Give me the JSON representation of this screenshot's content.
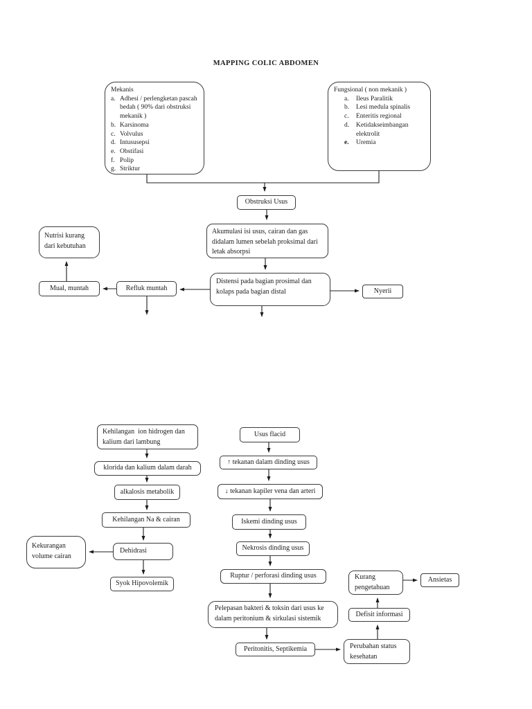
{
  "page": {
    "title": "MAPPING COLIC ABDOMEN",
    "background_color": "#ffffff",
    "line_color": "#1c1c1c"
  },
  "top_boxes": {
    "mekanis": {
      "title": "Mekanis",
      "items": [
        {
          "m": "a.",
          "t": "Adhesi / perlengketan pascah bedah ( 90% dari obstruksi mekanik )"
        },
        {
          "m": "b.",
          "t": "Karsinoma"
        },
        {
          "m": "c.",
          "t": "Volvulus"
        },
        {
          "m": "d.",
          "t": "Intususepsi"
        },
        {
          "m": "e.",
          "t": "Obstifasi"
        },
        {
          "m": "f.",
          "t": "Polip"
        },
        {
          "m": "g.",
          "t": "Striktur"
        }
      ]
    },
    "fungsional": {
      "title": "Fungsional ( non mekanik )",
      "items": [
        {
          "m": "a.",
          "t": "Ileus Paralitik"
        },
        {
          "m": "b.",
          "t": "Lesi medula spinalis"
        },
        {
          "m": "c.",
          "t": "Enteritis regional"
        },
        {
          "m": "d.",
          "t": "Ketidakseimbangan elektrolit"
        },
        {
          "m": "e.",
          "t": "Uremia"
        }
      ]
    }
  },
  "nodes": {
    "obstruksi_usus": "Obstruksi Usus",
    "akumulasi": "Akumulasi isi usus, cairan dan gas didalam lumen sebelah proksimal dari letak absorpsi",
    "nutrisi_kurang": "Nutrisi kurang dari kebutuhan",
    "mual_muntah": "Mual, muntah",
    "refluk_muntah": "Refluk muntah",
    "distensi": "Distensi pada bagian prosimal dan kolaps pada bagian distal",
    "nyeri": "Nyerii",
    "kehilangan_ion": "Kehilangan  ion hidrogen dan kalium dari lambung",
    "klorida": "klorida dan kalium dalam darah",
    "alkalosis": "alkalosis metabolik",
    "kehilangan_na": "Kehilangan Na & cairan",
    "kekurangan_volume": "Kekurangan volume cairan",
    "dehidrasi": "Dehidrasi",
    "syok": "Syok Hipovolemik",
    "usus_flacid": "Usus flacid",
    "tekanan_naik": "↑ tekanan dalam dinding usus",
    "tekanan_turun": "↓ tekanan kapiler vena dan arteri",
    "iskemi": "Iskemi dinding usus",
    "nekrosis": "Nekrosis dinding usus",
    "ruptur": "Ruptur / perforasi dinding usus",
    "pelepasan": "Pelepasan bakteri & toksin dari usus ke dalam peritonium & sirkulasi sistemik",
    "peritonitis": "Peritonitis, Septikemia",
    "perubahan_status": "Perubahan status kesehatan",
    "defisit_informasi": "Defisit informasi",
    "kurang_pengetahuan": "Kurang pengetahuan",
    "ansietas": "Ansietas"
  }
}
